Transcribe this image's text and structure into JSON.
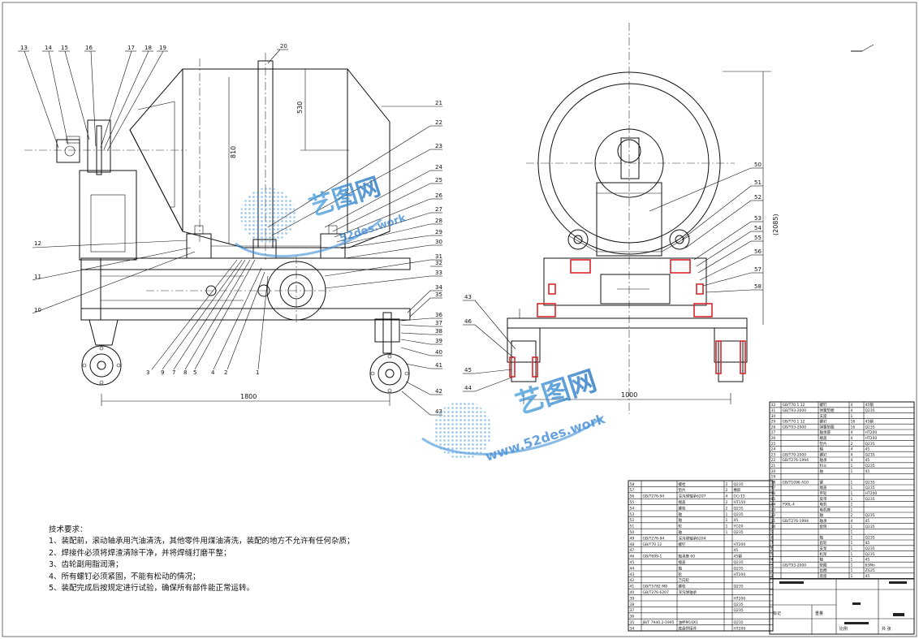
{
  "tech_requirements": {
    "title": "技术要求：",
    "items": [
      "1、装配前，滚动轴承用汽油清洗，其他零件用煤油清洗，装配的地方不允许有任何杂质；",
      "2、焊接件必须将焊渣清除干净，并将焊缝打磨平整；",
      "3、齿轮副用脂润滑；",
      "4、所有螺钉必须紧固，不能有松动的情况；",
      "5、装配完成后按规定进行试验，确保所有部件能正常运转。"
    ]
  },
  "watermark": {
    "brand": "艺图网",
    "url_small": "52des.work",
    "url_large": "www.52des.work"
  },
  "front_view": {
    "callouts_top": [
      "13",
      "14",
      "15",
      "16",
      "17",
      "18",
      "19",
      "20"
    ],
    "callouts_right": [
      "21",
      "22",
      "23",
      "24",
      "25",
      "26",
      "27",
      "28",
      "29",
      "30",
      "31",
      "32",
      "33",
      "34",
      "35",
      "36",
      "37",
      "38",
      "39",
      "40",
      "41",
      "42",
      "43"
    ],
    "callouts_left": [
      "12",
      "11",
      "10"
    ],
    "callouts_bottom": [
      "3",
      "9",
      "7",
      "8",
      "5",
      "4",
      "2",
      "1"
    ],
    "dim_height": "810",
    "dim_top": "530",
    "dim_width": "1800"
  },
  "side_view": {
    "callouts_right": [
      "50",
      "51",
      "52",
      "53",
      "54",
      "55",
      "56",
      "57",
      "58"
    ],
    "callouts_left": [
      "43",
      "46",
      "45",
      "44"
    ],
    "dim_height": "(2085)",
    "dim_width": "1000"
  },
  "bom_right": {
    "rows": [
      {
        "no": "32",
        "code": "GB/T70.1 12",
        "name": "螺钉",
        "qty": "4",
        "mat": "45钢"
      },
      {
        "no": "31",
        "code": "GB/T93-2000",
        "name": "弹簧垫圈",
        "qty": "4",
        "mat": "Q235"
      },
      {
        "no": "30",
        "code": "",
        "name": "支座",
        "qty": "1",
        "mat": ""
      },
      {
        "no": "29",
        "code": "GB/T70.1 12",
        "name": "螺钉",
        "qty": "16",
        "mat": "45钢"
      },
      {
        "no": "28",
        "code": "GB/T93-2000",
        "name": "弹簧垫圈",
        "qty": "16",
        "mat": "Q235"
      },
      {
        "no": "27",
        "code": "",
        "name": "轴承座",
        "qty": "4",
        "mat": "HT200"
      },
      {
        "no": "26",
        "code": "",
        "name": "端盖",
        "qty": "4",
        "mat": "HT200"
      },
      {
        "no": "25",
        "code": "",
        "name": "垫片",
        "qty": "2",
        "mat": "Q235"
      },
      {
        "no": "24",
        "code": "",
        "name": "轴",
        "qty": "4",
        "mat": "45"
      },
      {
        "no": "23",
        "code": "GB/T70-2000",
        "name": "螺钉",
        "qty": "4",
        "mat": "Q235"
      },
      {
        "no": "22",
        "code": "GB/T276-1994",
        "name": "轴承",
        "qty": "4",
        "mat": "45"
      },
      {
        "no": "21",
        "code": "",
        "name": "料斗",
        "qty": "1",
        "mat": "Q235"
      },
      {
        "no": "20",
        "code": "",
        "name": "轴",
        "qty": "1",
        "mat": "45"
      },
      {
        "no": "19",
        "code": "",
        "name": "",
        "qty": "",
        "mat": ""
      },
      {
        "no": "18",
        "code": "GB/T1096 A10",
        "name": "键",
        "qty": "1",
        "mat": "Q235"
      },
      {
        "no": "17",
        "code": "",
        "name": "端盖",
        "qty": "1",
        "mat": "Q235"
      },
      {
        "no": "16",
        "code": "",
        "name": "带轮",
        "qty": "1",
        "mat": "HT200"
      },
      {
        "no": "15",
        "code": "",
        "name": "皮带",
        "qty": "1",
        "mat": "Q235"
      },
      {
        "no": "14",
        "code": "Y90L-4",
        "name": "电机",
        "qty": "1",
        "mat": ""
      },
      {
        "no": "13",
        "code": "",
        "name": "电机座",
        "qty": "1",
        "mat": ""
      },
      {
        "no": "12",
        "code": "",
        "name": "轴",
        "qty": "2",
        "mat": "Q235"
      },
      {
        "no": "11",
        "code": "GB/T276-1994",
        "name": "轴承",
        "qty": "4",
        "mat": "45"
      },
      {
        "no": "10",
        "code": "",
        "name": "套筒",
        "qty": "1",
        "mat": "Q235"
      },
      {
        "no": "9",
        "code": "",
        "name": "",
        "qty": "1",
        "mat": ""
      },
      {
        "no": "8",
        "code": "",
        "name": "轴",
        "qty": "1",
        "mat": "Q235"
      },
      {
        "no": "7",
        "code": "",
        "name": "齿轮",
        "qty": "1",
        "mat": "45"
      },
      {
        "no": "6",
        "code": "",
        "name": "支架",
        "qty": "1",
        "mat": "Q235"
      },
      {
        "no": "5",
        "code": "",
        "name": "机架",
        "qty": "1",
        "mat": "Q235"
      },
      {
        "no": "4",
        "code": "",
        "name": "轴",
        "qty": "1",
        "mat": "45"
      },
      {
        "no": "3",
        "code": "GB/T93-2000",
        "name": "垫圈",
        "qty": "1",
        "mat": "65Mn"
      },
      {
        "no": "2",
        "code": "",
        "name": "齿圈",
        "qty": "1",
        "mat": "ZG25"
      },
      {
        "no": "1",
        "code": "",
        "name": "底座",
        "qty": "1",
        "mat": "45"
      }
    ]
  },
  "bom_left": {
    "rows": [
      {
        "no": "58",
        "code": "",
        "name": "螺栓",
        "qty": "2",
        "mat": "Q235"
      },
      {
        "no": "57",
        "code": "",
        "name": "垫片",
        "qty": "2",
        "mat": "橡胶"
      },
      {
        "no": "56",
        "code": "GB/T276-94",
        "name": "深沟球轴承6207",
        "qty": "4",
        "mat": "GCr15"
      },
      {
        "no": "55",
        "code": "",
        "name": "端盖",
        "qty": "2",
        "mat": "HT150"
      },
      {
        "no": "54",
        "code": "",
        "name": "螺栓",
        "qty": "2",
        "mat": "Q235"
      },
      {
        "no": "53",
        "code": "",
        "name": "轴",
        "qty": "1",
        "mat": "Q235"
      },
      {
        "no": "52",
        "code": "",
        "name": "轴",
        "qty": "1",
        "mat": "45"
      },
      {
        "no": "51",
        "code": "",
        "name": "轮",
        "qty": "1",
        "mat": "YG20"
      },
      {
        "no": "50",
        "code": "",
        "name": "轴",
        "qty": "1",
        "mat": "Q235"
      },
      {
        "no": "49",
        "code": "GB/T276-94",
        "name": "深沟球轴承6204",
        "qty": "",
        "mat": ""
      },
      {
        "no": "48",
        "code": "GB/T70 12",
        "name": "螺钉",
        "qty": "",
        "mat": "HT200"
      },
      {
        "no": "47",
        "code": "",
        "name": "",
        "qty": "",
        "mat": "45"
      },
      {
        "no": "46",
        "code": "GB/T699-1",
        "name": "轴承座 60",
        "qty": "",
        "mat": "45钢"
      },
      {
        "no": "45",
        "code": "",
        "name": "端盖",
        "qty": "",
        "mat": "Q235"
      },
      {
        "no": "44",
        "code": "",
        "name": "轴",
        "qty": "",
        "mat": "Q235"
      },
      {
        "no": "43",
        "code": "",
        "name": "轮",
        "qty": "",
        "mat": "HT200"
      },
      {
        "no": "42",
        "code": "",
        "name": "万向轮",
        "qty": "",
        "mat": ""
      },
      {
        "no": "41",
        "code": "GB/T5782 M8",
        "name": "螺栓",
        "qty": "",
        "mat": "Q235"
      },
      {
        "no": "40",
        "code": "GB/T276 6207",
        "name": "深沟球轴承",
        "qty": "",
        "mat": ""
      },
      {
        "no": "39",
        "code": "",
        "name": "",
        "qty": "",
        "mat": "HT200"
      },
      {
        "no": "38",
        "code": "",
        "name": "",
        "qty": "",
        "mat": "Q235"
      },
      {
        "no": "37",
        "code": "",
        "name": "",
        "qty": "",
        "mat": "Q235"
      },
      {
        "no": "36",
        "code": "",
        "name": "",
        "qty": "",
        "mat": ""
      },
      {
        "no": "35",
        "code": "JB/T 7940.2-1995",
        "name": "油杯M10X1",
        "qty": "",
        "mat": "Q235"
      },
      {
        "no": "34",
        "code": "",
        "name": "底盘焊接件",
        "qty": "",
        "mat": "HT200"
      }
    ]
  },
  "title_block": {
    "scale_label": "比例",
    "sheet_label": "共 张",
    "mark_label": "标记",
    "weight_label": "重量"
  }
}
